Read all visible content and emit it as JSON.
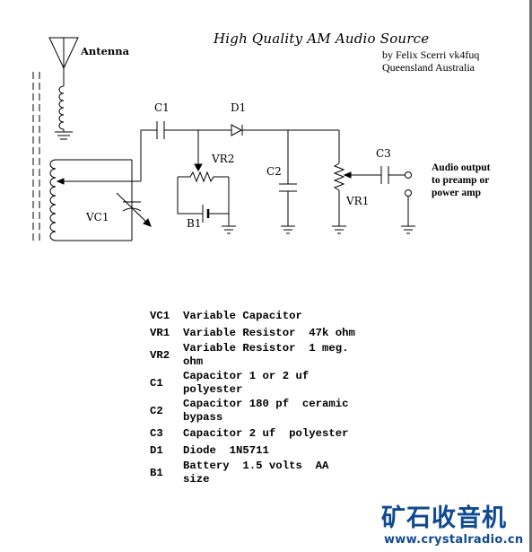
{
  "header": {
    "title": "High Quality AM Audio Source",
    "author_line1": "by Felix Scerri vk4fuq",
    "author_line2": "Queensland Australia"
  },
  "schematic": {
    "antenna_label": "Antenna",
    "c1_label": "C1",
    "d1_label": "D1",
    "vr2_label": "VR2",
    "b1_label": "B1",
    "vc1_label": "VC1",
    "c2_label": "C2",
    "vr1_label": "VR1",
    "c3_label": "C3",
    "audio_output": {
      "line1": "Audio output",
      "line2": "to preamp or",
      "line3": "power amp"
    }
  },
  "parts_list": [
    {
      "ref": "VC1",
      "line1": "Variable Capacitor",
      "line2": ""
    },
    {
      "ref": "VR1",
      "line1": "Variable Resistor  47k ohm",
      "line2": ""
    },
    {
      "ref": "VR2",
      "line1": "Variable Resistor  1 meg.",
      "line2": "ohm"
    },
    {
      "ref": "C1",
      "line1": "Capacitor 1 or 2 uf",
      "line2": "polyester"
    },
    {
      "ref": "C2",
      "line1": "Capacitor 180 pf  ceramic",
      "line2": "bypass"
    },
    {
      "ref": "C3",
      "line1": "Capacitor 2 uf  polyester",
      "line2": ""
    },
    {
      "ref": "D1",
      "line1": "Diode  1N5711",
      "line2": ""
    },
    {
      "ref": "B1",
      "line1": "Battery  1.5 volts  AA",
      "line2": "size"
    }
  ],
  "watermark": {
    "brand": "矿石收音机",
    "site": "www.crystalradio.cn",
    "color": "#0f4a90"
  }
}
